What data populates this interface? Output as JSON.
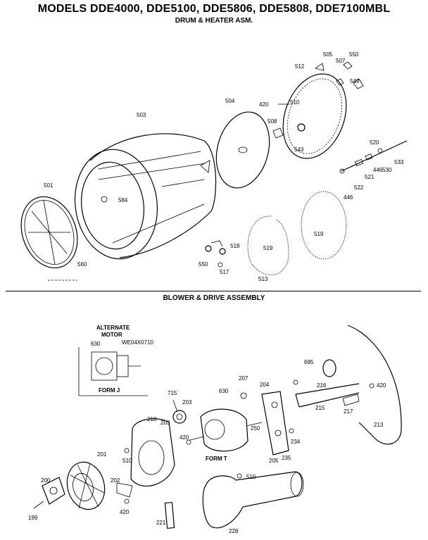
{
  "header": {
    "title": "MODELS DDE4000, DDE5100, DDE5806, DDE5808, DDE7100MBL",
    "subtitle": "DRUM & HEATER ASM."
  },
  "section2": {
    "title": "BLOWER & DRIVE ASSEMBLY"
  },
  "alternate_motor": {
    "heading_line1": "ALTERNATE",
    "heading_line2": "MOTOR",
    "part_number": "WE04X0710",
    "form_label": "FORM J"
  },
  "form_t_label": "FORM T",
  "drum_parts": {
    "p501": "501",
    "p503": "503",
    "p504": "504",
    "p505": "505",
    "p507": "507",
    "p508": "508",
    "p510": "510",
    "p512": "512",
    "p513": "513",
    "p517": "517",
    "p518": "518",
    "p519a": "519",
    "p519b": "519",
    "p520": "520",
    "p521": "521",
    "p522": "522",
    "p530": "530",
    "p533": "533",
    "p543": "543",
    "p446a": "446",
    "p446b": "446",
    "p550a": "550",
    "p550b": "550",
    "p560": "560",
    "p584": "584",
    "p420": "420",
    "p549": "549"
  },
  "blower_parts": {
    "p199": "199",
    "p200": "200",
    "p201": "201",
    "p202": "202",
    "p203a": "203",
    "p203b": "203",
    "p204": "204",
    "p205": "205",
    "p207": "207",
    "p213": "213",
    "p215": "215",
    "p216": "216",
    "p217": "217",
    "p218": "218",
    "p221": "221",
    "p228": "228",
    "p234": "234",
    "p235": "235",
    "p250": "250",
    "p510a": "510",
    "p510b": "510",
    "p630a": "630",
    "p630b": "630",
    "p715": "715",
    "p695": "695",
    "p420a": "420",
    "p420b": "420",
    "p420c": "420"
  }
}
